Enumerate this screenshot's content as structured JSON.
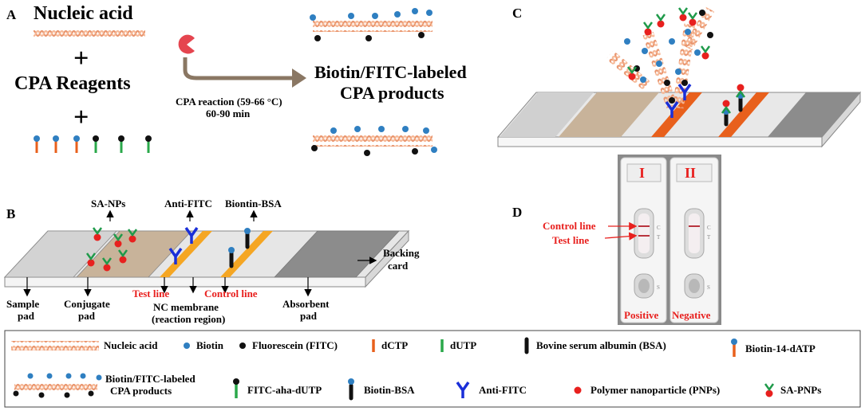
{
  "panel_a": {
    "label": "A",
    "nucleic_acid": "Nucleic acid",
    "plus": "+",
    "cpa_reagents": "CPA Reagents",
    "reaction_line1": "CPA reaction (59-66 °C)",
    "reaction_line2": "60-90 min",
    "product_line1": "Biotin/FITC-labeled",
    "product_line2": "CPA products"
  },
  "panel_b": {
    "label": "B",
    "sa_nps": "SA-NPs",
    "anti_fitc": "Anti-FITC",
    "biotin_bsa": "Biontin-BSA",
    "backing_line1": "Backing",
    "backing_line2": "card",
    "sample_line1": "Sample",
    "sample_line2": "pad",
    "conjugate_line1": "Conjugate",
    "conjugate_line2": "pad",
    "test_line": "Test line",
    "control_line": "Control line",
    "nc_line1": "NC membrane",
    "nc_line2": "(reaction region)",
    "absorbent_line1": "Absorbent",
    "absorbent_line2": "pad"
  },
  "panel_c": {
    "label": "C"
  },
  "panel_d": {
    "label": "D",
    "cassette1": "I",
    "cassette2": "II",
    "control_line": "Control line",
    "test_line": "Test line",
    "c_mark": "C",
    "t_mark": "T",
    "s_mark": "S",
    "positive": "Positive",
    "negative": "Negative"
  },
  "legend": {
    "items": [
      "Nucleic acid",
      "Biotin",
      "Fluorescein (FITC)",
      "dCTP",
      "dUTP",
      "Bovine serum albumin (BSA)",
      "Biotin-14-dATP",
      "Biotin/FITC-labeled",
      "CPA products",
      "FITC-aha-dUTP",
      "Biotin-BSA",
      "Anti-FITC",
      "Polymer nanoparticle (PNPs)",
      "SA-PNPs"
    ]
  },
  "colors": {
    "dna": "#f0a07a",
    "biotin": "#2f7fc1",
    "fitc": "#111111",
    "dctp": "#e8601c",
    "dutp": "#2aa84a",
    "antibody": "#1a2fd8",
    "pnp": "#e8201e",
    "sa": "#1f9a4a",
    "red_text": "#e8201e",
    "orange_band": "#f5a623"
  }
}
